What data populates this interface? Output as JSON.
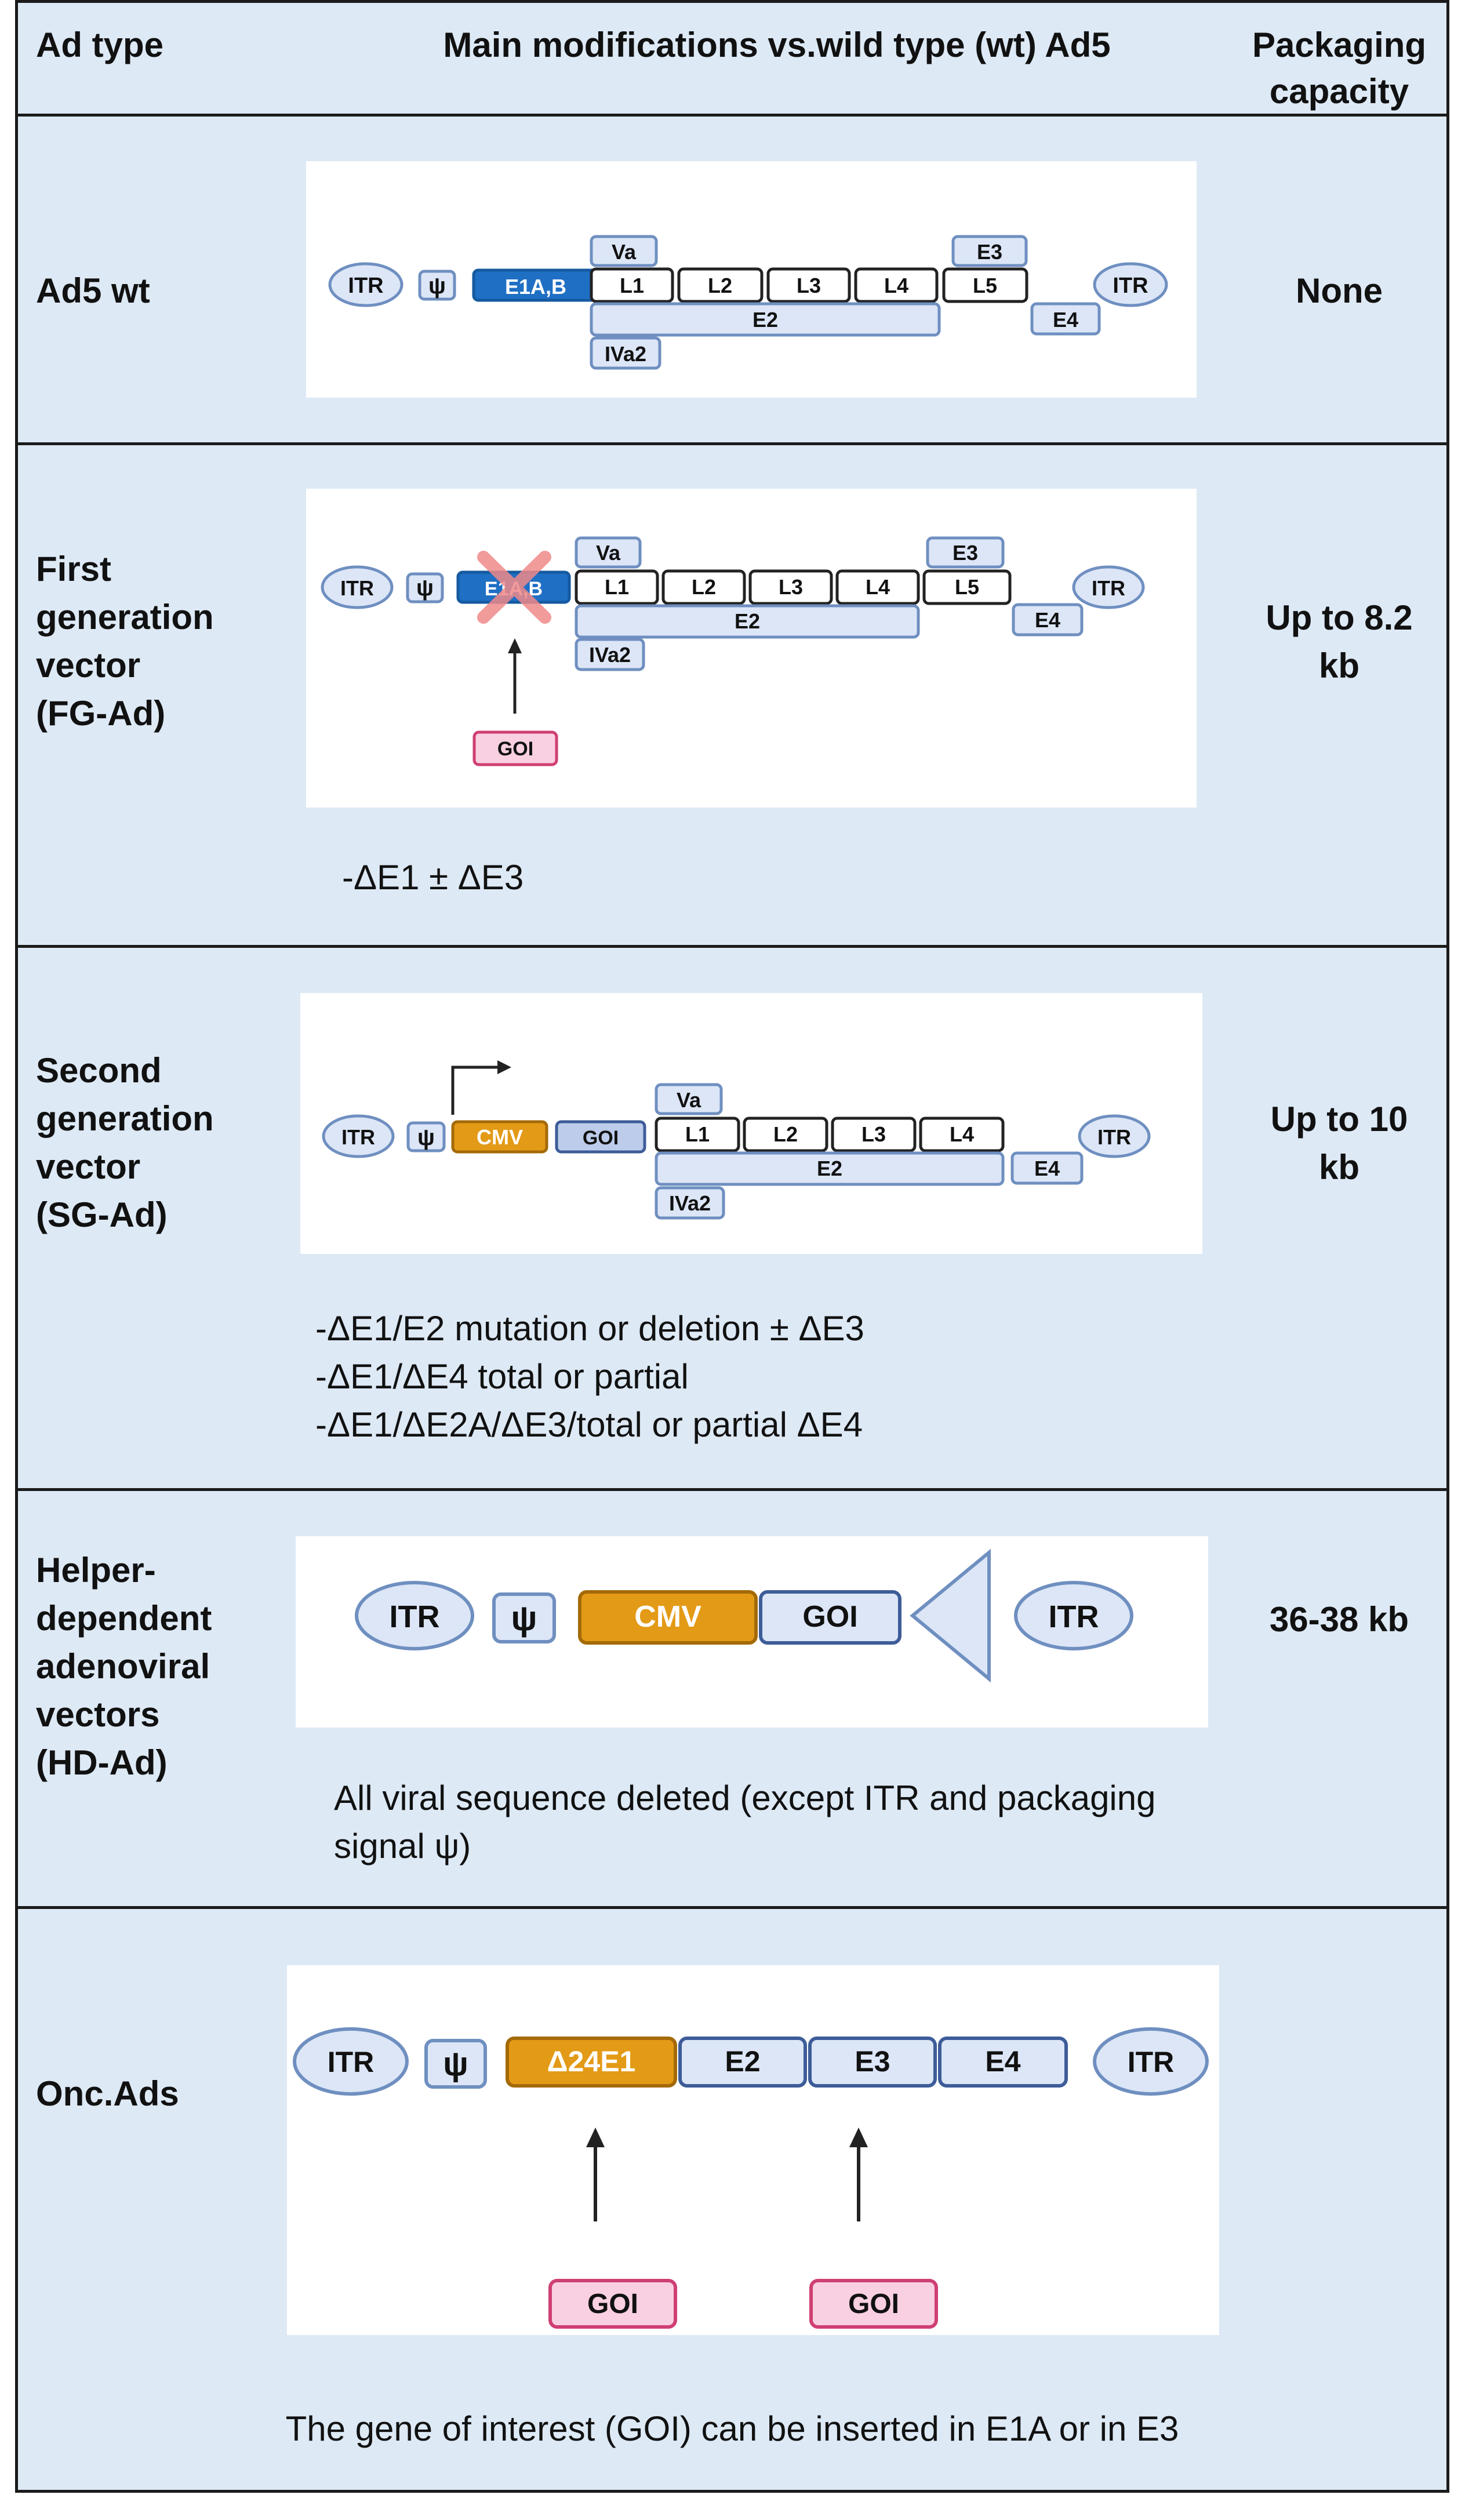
{
  "header": {
    "col1": "Ad type",
    "col2": "Main modifications vs.wild type (wt) Ad5",
    "col3": "Packaging\ncapacity"
  },
  "rows": [
    {
      "type": "Ad5 wt",
      "capacity": "None",
      "description": "",
      "genes": {
        "itr": "ITR",
        "psi": "ψ",
        "e1": "E1A,B",
        "va": "Va",
        "l1": "L1",
        "l2": "L2",
        "l3": "L3",
        "l4": "L4",
        "l5": "L5",
        "e3": "E3",
        "e2": "E2",
        "iva2": "IVa2",
        "e4": "E4"
      }
    },
    {
      "type": "First\ngeneration\nvector\n(FG-Ad)",
      "capacity": "Up to 8.2\nkb",
      "description": "-ΔE1 ± ΔE3",
      "genes": {
        "itr": "ITR",
        "psi": "ψ",
        "e1": "E1A,B",
        "va": "Va",
        "l1": "L1",
        "l2": "L2",
        "l3": "L3",
        "l4": "L4",
        "l5": "L5",
        "e3": "E3",
        "e2": "E2",
        "iva2": "IVa2",
        "e4": "E4",
        "goi": "GOI"
      }
    },
    {
      "type": "Second\ngeneration\nvector\n(SG-Ad)",
      "capacity": "Up to 10\nkb",
      "description": "-ΔE1/E2 mutation or deletion ± ΔE3\n-ΔE1/ΔE4 total or partial\n-ΔE1/ΔE2A/ΔE3/total or partial ΔE4",
      "genes": {
        "itr": "ITR",
        "psi": "ψ",
        "cmv": "CMV",
        "goi": "GOI",
        "va": "Va",
        "l1": "L1",
        "l2": "L2",
        "l3": "L3",
        "l4": "L4",
        "e2": "E2",
        "iva2": "IVa2",
        "e4": "E4"
      }
    },
    {
      "type": "Helper-\ndependent\nadenoviral\nvectors\n(HD-Ad)",
      "capacity": "36-38 kb",
      "description": "All viral sequence deleted (except ITR and packaging\nsignal ψ)",
      "genes": {
        "itr": "ITR",
        "psi": "ψ",
        "cmv": "CMV",
        "goi": "GOI"
      }
    },
    {
      "type": "Onc.Ads",
      "capacity": "",
      "description": "The gene of interest (GOI) can be inserted in E1A or in E3",
      "genes": {
        "itr": "ITR",
        "psi": "ψ",
        "d24e1": "Δ24E1",
        "e2": "E2",
        "e3": "E3",
        "e4": "E4",
        "goi": "GOI"
      }
    }
  ],
  "colors": {
    "table_bg": "#dde9f5",
    "light_gene": "#dce6f7",
    "gene_border": "#6f8fc0",
    "e1_blue": "#1f6fc4",
    "cmv_orange": "#e39a16",
    "goi_pink": "#f9d0e1",
    "goi_border": "#cf3f73",
    "cross_red": "#f08a8a"
  }
}
